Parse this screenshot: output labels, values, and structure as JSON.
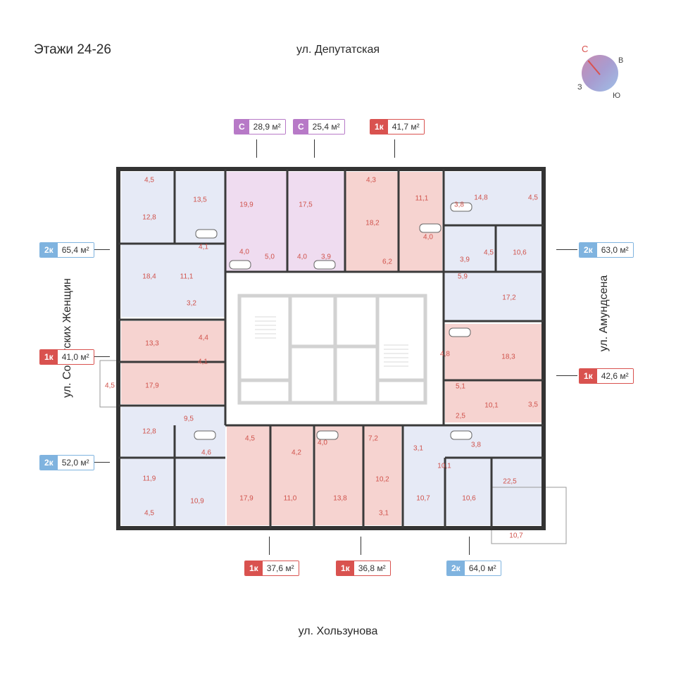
{
  "title": "Этажи 24-26",
  "streets": {
    "top": "ул. Депутатская",
    "bottom": "ул. Хользунова",
    "left": "ул. Советских Женщин",
    "right": "ул. Амундсена"
  },
  "compass": {
    "n": "С",
    "e": "В",
    "s": "Ю",
    "w": "З"
  },
  "apartments": [
    {
      "type": "С",
      "area": "28,9 м²",
      "kind": "studio"
    },
    {
      "type": "С",
      "area": "25,4 м²",
      "kind": "studio"
    },
    {
      "type": "1к",
      "area": "41,7 м²",
      "kind": "one"
    },
    {
      "type": "2к",
      "area": "65,4 м²",
      "kind": "two"
    },
    {
      "type": "2к",
      "area": "63,0 м²",
      "kind": "two"
    },
    {
      "type": "1к",
      "area": "41,0 м²",
      "kind": "one"
    },
    {
      "type": "1к",
      "area": "42,6 м²",
      "kind": "one"
    },
    {
      "type": "2к",
      "area": "52,0 м²",
      "kind": "two"
    },
    {
      "type": "1к",
      "area": "37,6 м²",
      "kind": "one"
    },
    {
      "type": "1к",
      "area": "36,8 м²",
      "kind": "one"
    },
    {
      "type": "2к",
      "area": "64,0 м²",
      "kind": "two"
    }
  ],
  "rooms": [
    "4,5",
    "13,5",
    "12,8",
    "4,1",
    "18,4",
    "11,1",
    "3,2",
    "19,9",
    "4,0",
    "5,0",
    "17,5",
    "4,0",
    "3,9",
    "4,3",
    "18,2",
    "11,1",
    "4,0",
    "6,2",
    "14,8",
    "4,5",
    "3,8",
    "3,9",
    "4,5",
    "10,6",
    "5,9",
    "17,2",
    "13,3",
    "4,4",
    "4,1",
    "17,9",
    "4,5",
    "4,8",
    "18,3",
    "5,1",
    "10,1",
    "3,5",
    "2,5",
    "12,8",
    "9,5",
    "4,6",
    "11,9",
    "10,9",
    "4,5",
    "4,5",
    "4,2",
    "17,9",
    "11,0",
    "4,0",
    "7,2",
    "13,8",
    "10,2",
    "3,1",
    "3,1",
    "3,8",
    "10,1",
    "22,5",
    "10,7",
    "10,6",
    "10,7"
  ]
}
